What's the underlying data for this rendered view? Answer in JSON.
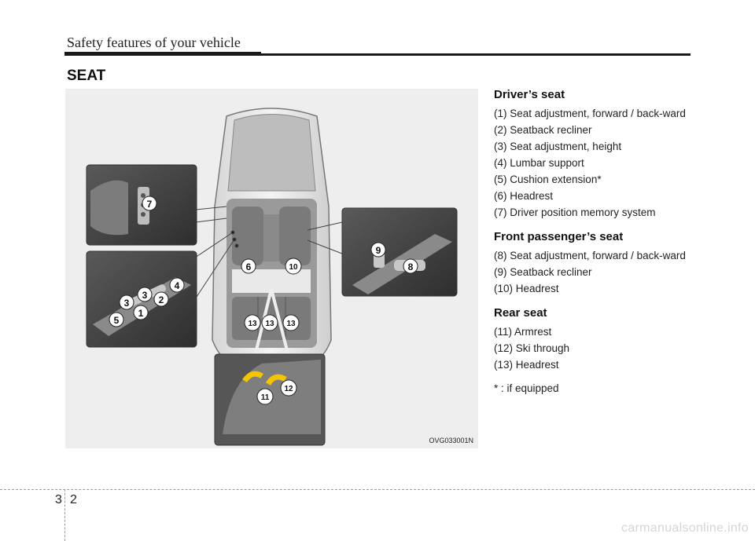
{
  "header": {
    "title": "Safety features of your vehicle"
  },
  "section": {
    "title": "SEAT"
  },
  "figure": {
    "code": "OVG033001N",
    "callouts": [
      "7",
      "4",
      "3",
      "3",
      "2",
      "5",
      "1",
      "9",
      "8",
      "6",
      "10",
      "13",
      "13",
      "13",
      "11",
      "12"
    ]
  },
  "legend": {
    "groups": [
      {
        "title": "Driver’s seat",
        "items": [
          "(1) Seat adjustment, forward / back-ward",
          "(2) Seatback recliner",
          "(3) Seat adjustment, height",
          "(4) Lumbar support",
          "(5) Cushion extension*",
          "(6) Headrest",
          "(7) Driver position memory system"
        ]
      },
      {
        "title": "Front passenger’s seat",
        "items": [
          "(8) Seat adjustment, forward / back-ward",
          "(9) Seatback recliner",
          "(10) Headrest"
        ]
      },
      {
        "title": "Rear seat",
        "items": [
          "(11) Armrest",
          "(12) Ski through",
          "(13) Headrest"
        ]
      }
    ],
    "footnote": "* : if equipped"
  },
  "footer": {
    "section": "3",
    "page": "2",
    "watermark": "carmanualsonline.info"
  }
}
